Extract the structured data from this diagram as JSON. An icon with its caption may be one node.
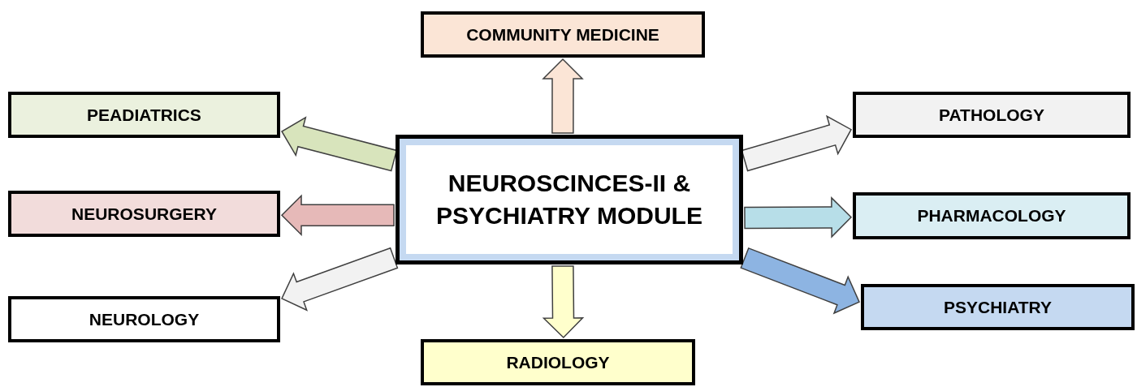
{
  "diagram": {
    "nodes": [
      {
        "text": [
          "NEUROSCINCES-II & PSYCHIATRY MODULE"
        ]
      },
      {
        "text": [
          "COMMUNITY MEDICINE"
        ]
      },
      {
        "text": [
          "PEADIATRICS"
        ]
      },
      {
        "text": [
          "NEUROSURGERY"
        ]
      },
      {
        "text": [
          "NEUROLOGY"
        ]
      },
      {
        "text": [
          "PATHOLOGY"
        ]
      },
      {
        "text": [
          "PHARMACOLOGY"
        ]
      },
      {
        "text": [
          "PSYCHIATRY"
        ]
      },
      {
        "text": [
          "RADIOLOGY"
        ]
      }
    ],
    "edges": [
      {
        "from": 0,
        "to": 1,
        "arrow": "to",
        "style": "thick",
        "color": "#fbe5d6"
      },
      {
        "from": 0,
        "to": 2,
        "arrow": "to",
        "style": "thick",
        "color": "#d8e4bc"
      },
      {
        "from": 0,
        "to": 3,
        "arrow": "to",
        "style": "thick",
        "color": "#e6b9b8"
      },
      {
        "from": 0,
        "to": 4,
        "arrow": "to",
        "style": "thick",
        "color": "#f2f2f2"
      },
      {
        "from": 0,
        "to": 5,
        "arrow": "to",
        "style": "thick",
        "color": "#f2f2f2"
      },
      {
        "from": 0,
        "to": 6,
        "arrow": "to",
        "style": "thick",
        "color": "#b7dee8"
      },
      {
        "from": 0,
        "to": 7,
        "arrow": "to",
        "style": "thick",
        "color": "#8db4e2"
      },
      {
        "from": 0,
        "to": 8,
        "arrow": "to",
        "style": "thick",
        "color": "#ffffcc"
      }
    ]
  }
}
